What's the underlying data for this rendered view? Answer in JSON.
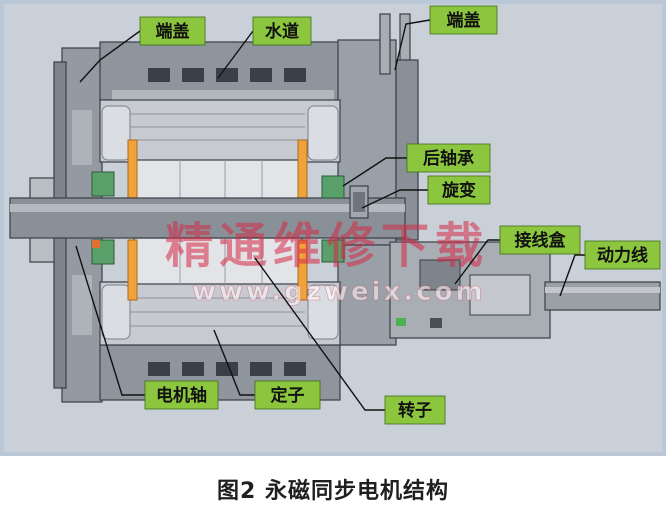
{
  "labels": {
    "end_cover_left": "端盖",
    "water_channel": "水道",
    "end_cover_right": "端盖",
    "rear_bearing": "后轴承",
    "resolver": "旋变",
    "junction_box": "接线盒",
    "power_cable": "动力线",
    "motor_shaft": "电机轴",
    "stator": "定子",
    "rotor": "转子"
  },
  "caption": "图2 永磁同步电机结构",
  "watermark": {
    "main": "精通维修下载",
    "url": "www.gzweix.com"
  },
  "colors": {
    "label_bg": "#8cc63f",
    "magnet": "#f2a23a",
    "bearing": "#5aa06a",
    "background": "#c9d0d8"
  }
}
